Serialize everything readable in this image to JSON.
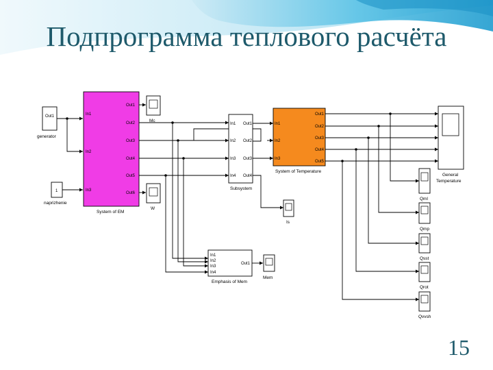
{
  "slide": {
    "title": "Подпрограмма теплового расчёта",
    "page_number": "15",
    "colors": {
      "title": "#1e5a6b",
      "em_block": "#f03ce6",
      "temp_block": "#f58a1e",
      "wave": "#3fb2d8"
    }
  },
  "diagram": {
    "generator": {
      "label": "generator",
      "out": "Out1"
    },
    "const": {
      "label": "naprizhenie",
      "value": "1"
    },
    "em": {
      "label": "System of EM",
      "inputs": [
        "In1",
        "In2",
        "In3"
      ],
      "outputs": [
        "Out1",
        "Out2",
        "Out3",
        "Out4",
        "Out5",
        "Out6"
      ]
    },
    "subsystem": {
      "label": "Subsystem",
      "inputs": [
        "In1",
        "In2",
        "In3",
        "In4"
      ],
      "outputs": [
        "Out1",
        "Out2",
        "Out3",
        "Out4"
      ]
    },
    "temperature": {
      "label": "System of Temperature",
      "inputs": [
        "In1",
        "In2",
        "In3"
      ],
      "outputs": [
        "Out1",
        "Out2",
        "Out3",
        "Out4",
        "Out5"
      ]
    },
    "emphasis": {
      "label": "Emphasis of Mem",
      "inputs": [
        "In1",
        "In2",
        "In3",
        "In4"
      ],
      "output": "Out1"
    },
    "general_scope": {
      "label_1": "General",
      "label_2": "Temperature"
    },
    "scopes": {
      "mc": "Mc",
      "w": "W",
      "is": "Is",
      "mem": "Mem",
      "qml": "Qml",
      "qmp": "Qmp",
      "qsst": "Qsst",
      "qrot": "Qrot",
      "qvvsh": "Qvvsh"
    }
  }
}
